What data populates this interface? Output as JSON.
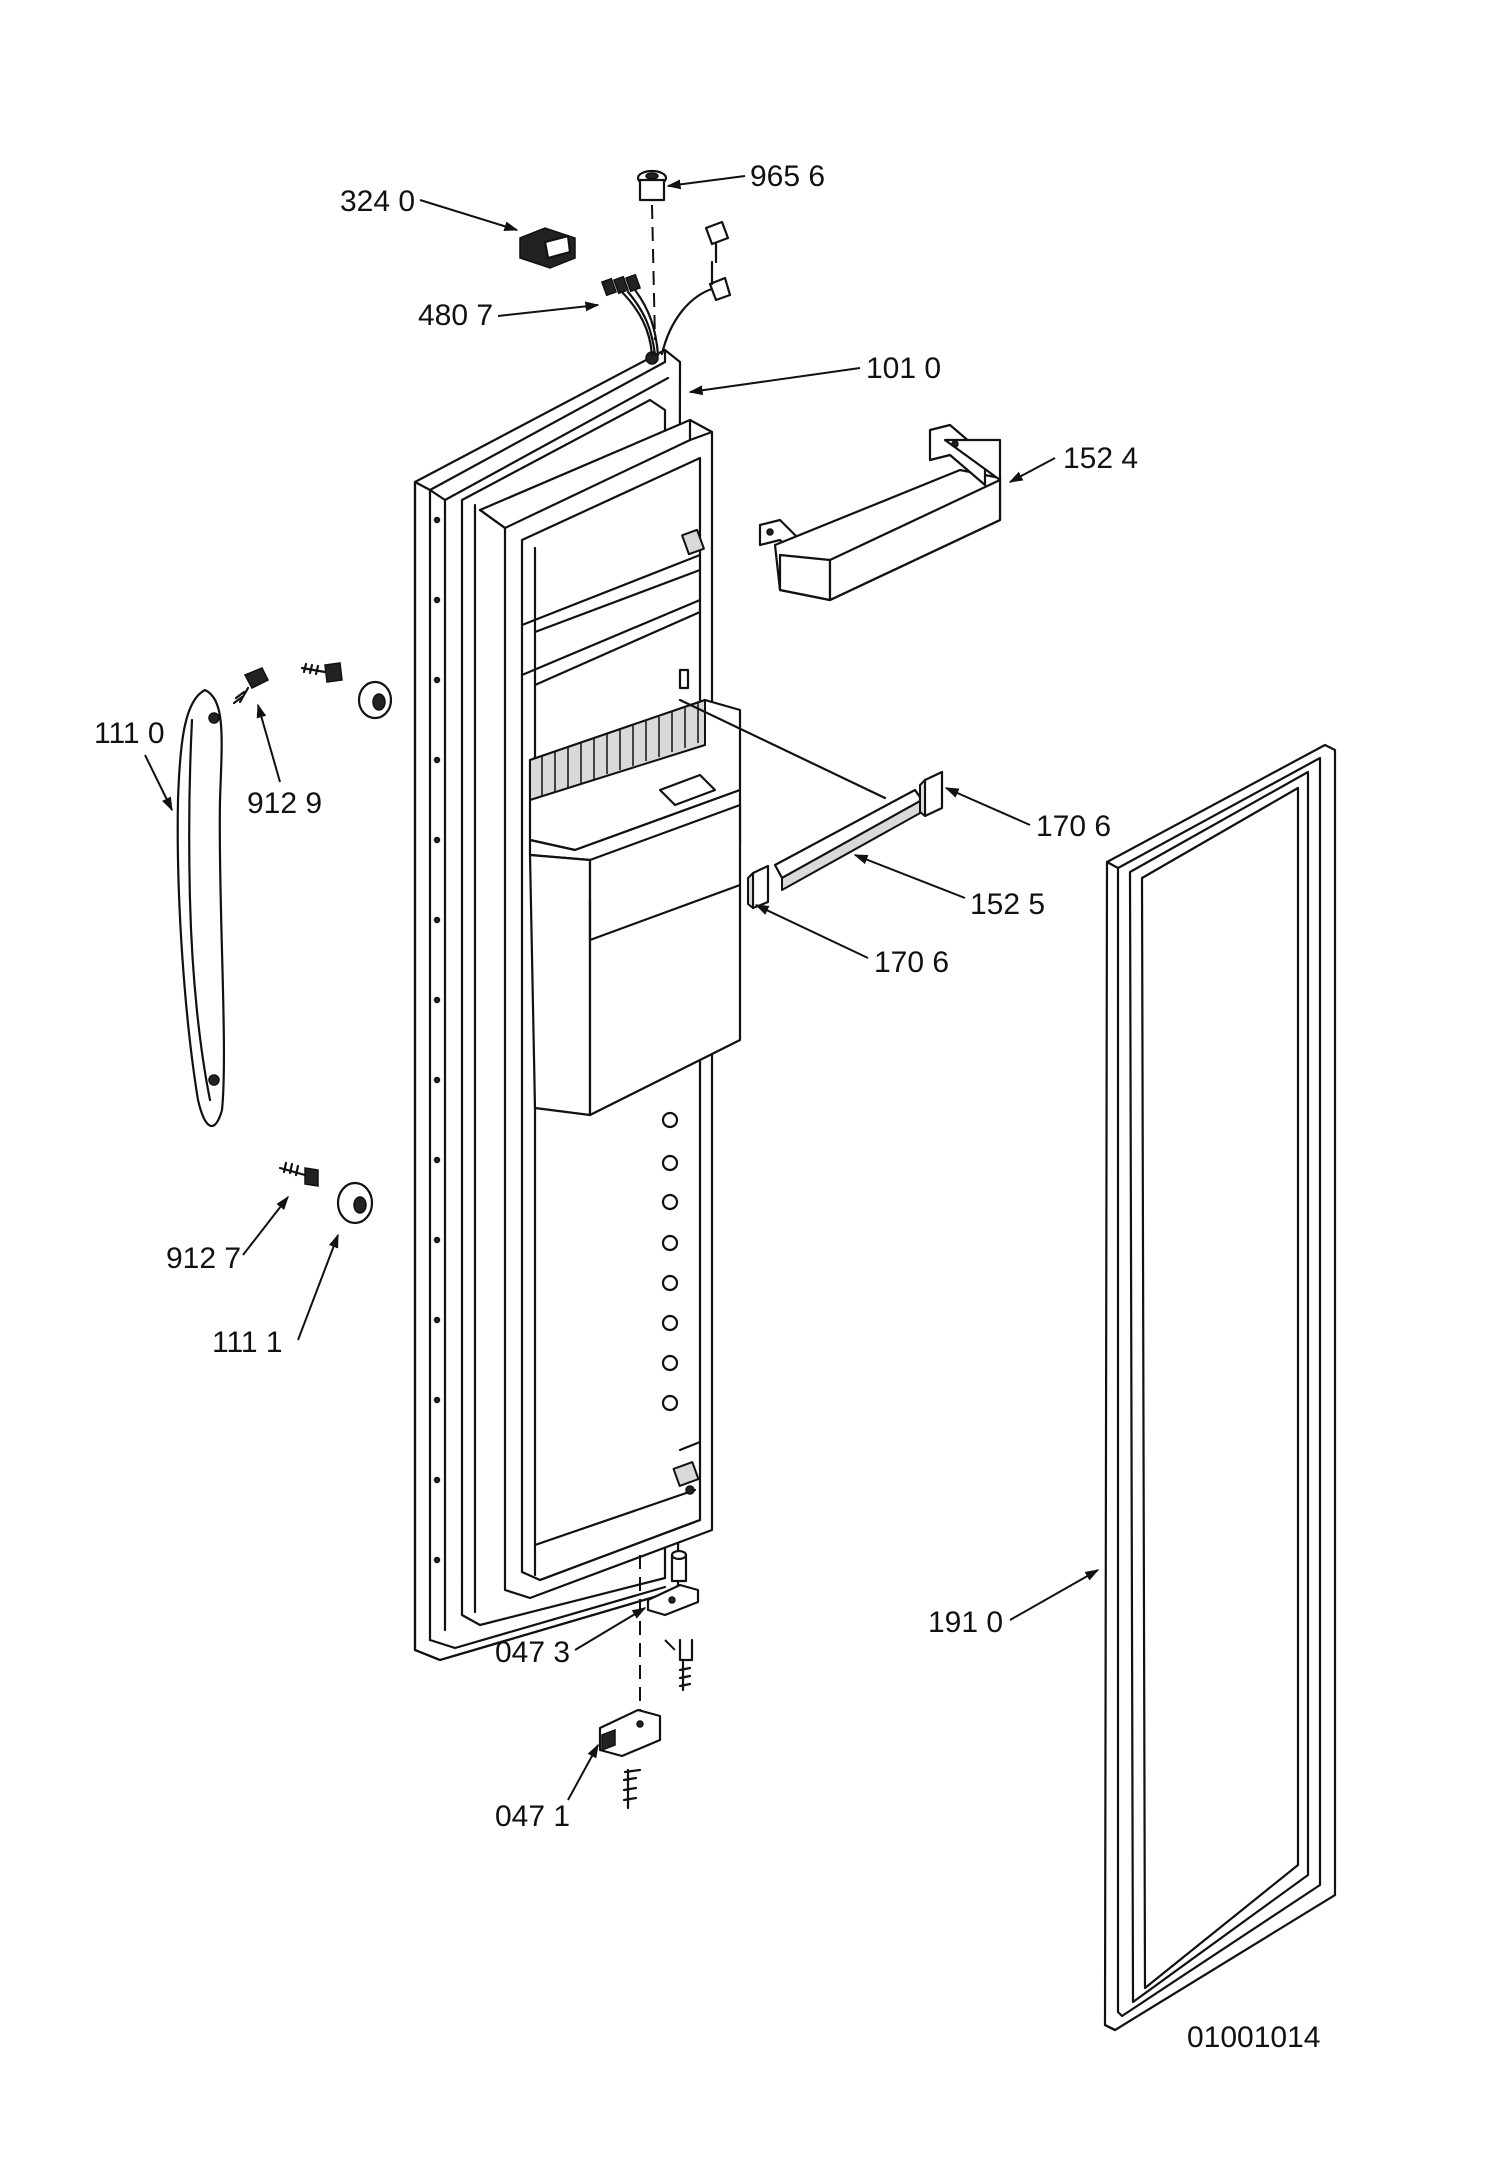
{
  "diagram_id": "01001014",
  "callouts": [
    {
      "id": "c-324-0",
      "label": "324 0"
    },
    {
      "id": "c-965-6",
      "label": "965 6"
    },
    {
      "id": "c-480-7",
      "label": "480 7"
    },
    {
      "id": "c-101-0",
      "label": "101 0"
    },
    {
      "id": "c-152-4",
      "label": "152 4"
    },
    {
      "id": "c-111-0",
      "label": "111 0"
    },
    {
      "id": "c-912-9",
      "label": "912 9"
    },
    {
      "id": "c-170-6-a",
      "label": "170 6"
    },
    {
      "id": "c-152-5",
      "label": "152 5"
    },
    {
      "id": "c-170-6-b",
      "label": "170 6"
    },
    {
      "id": "c-912-7",
      "label": "912 7"
    },
    {
      "id": "c-111-1",
      "label": "111 1"
    },
    {
      "id": "c-191-0",
      "label": "191 0"
    },
    {
      "id": "c-047-3",
      "label": "047 3"
    },
    {
      "id": "c-047-1",
      "label": "047 1"
    }
  ]
}
